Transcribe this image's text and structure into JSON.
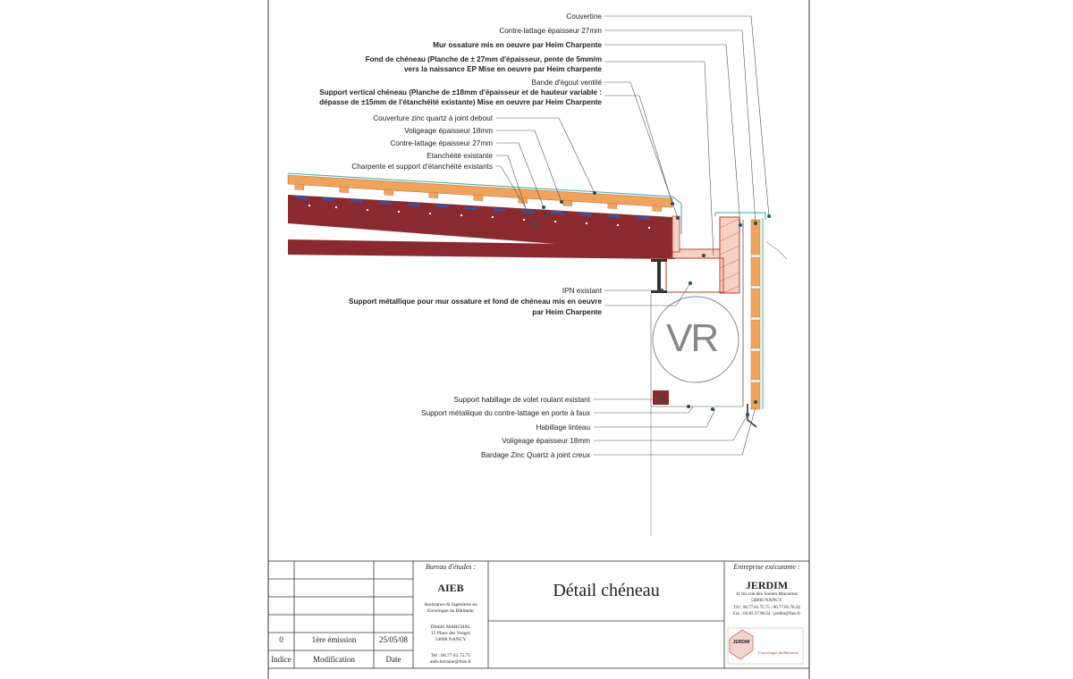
{
  "labels_top": [
    {
      "text": "Couvertine",
      "bold": false
    },
    {
      "text": "Contre-lattage épaisseur 27mm",
      "bold": false
    },
    {
      "text": "Mur ossature mis en oeuvre par Heim Charpente",
      "bold": true
    },
    {
      "text": "Fond de chéneau (Planche de ± 27mm d'épaisseur, pente de 5mm/m",
      "bold": true
    },
    {
      "text": "vers la naissance EP Mise en oeuvre par Heim charpente",
      "bold": true
    },
    {
      "text": "Bande d'égout ventilé",
      "bold": false
    },
    {
      "text": "Support vertical chéneau (Planche de ±18mm d'épaisseur et de hauteur variable :",
      "bold": true
    },
    {
      "text": "dépasse de ±15mm de l'étanchéité existante) Mise en oeuvre par Heim Charpente",
      "bold": true
    },
    {
      "text": "Couverture zinc quartz à joint debout",
      "bold": false
    },
    {
      "text": "Voligeage épaisseur 18mm",
      "bold": false
    },
    {
      "text": "Contre-lattage épaisseur 27mm",
      "bold": false
    },
    {
      "text": "Etanchéité existante",
      "bold": false
    },
    {
      "text": "Charpente et support d'étanchéité existants",
      "bold": false
    }
  ],
  "labels_mid": [
    {
      "text": "IPN existant",
      "bold": false
    },
    {
      "text": "Support métallique pour mur ossature et fond de chéneau mis en oeuvre",
      "bold": true
    },
    {
      "text": "par Heim Charpente",
      "bold": true
    }
  ],
  "labels_bottom": [
    {
      "text": "Support habillage de volet roulant existant",
      "bold": false
    },
    {
      "text": "Support métallique du contre-lattage en porte à faux",
      "bold": false
    },
    {
      "text": "Habillage linteau",
      "bold": false
    },
    {
      "text": "Voligeage épaisseur 18mm",
      "bold": false
    },
    {
      "text": "Bardage Zinc Quartz à joint creux",
      "bold": false
    }
  ],
  "vr_symbol": "VR",
  "title_block": {
    "revision": {
      "index": "0",
      "modification": "1ère émission",
      "date": "25/05/08"
    },
    "headers": {
      "index": "Indice",
      "modification": "Modification",
      "date": "Date"
    },
    "bureau": {
      "heading": "Bureau d'études :",
      "name": "AIEB",
      "line1": "Assistance & Ingénierie en",
      "line2": "Enveloppe du Bâtiment",
      "contact1": "Dimitri MARCHAL",
      "contact2": "15 Place des Vosges",
      "contact3": "54000 NANCY",
      "tel": "Tel : 06.77.81.75.75",
      "mail": "aieb.lorraine@free.fr"
    },
    "drawing_title": "Détail chéneau",
    "entreprise": {
      "heading": "Entreprise exécutante :",
      "name": "JERDIM",
      "addr1": "11 bis rue des Soeurs Macarons",
      "addr2": "54000 NANCY",
      "tel": "Tél : 06.77.81.75.75 / 06.77.81.76.24",
      "fax": "Fax : 03.83.37.96.24 / jerdim@free.fr",
      "logo_text": "JERDIM",
      "logo_tagline": "L'enveloppe du Bâtiment"
    }
  },
  "colors": {
    "rafter": "#8b2a2e",
    "batten": "#f0a35c",
    "membrane": "#3b4fa3",
    "leader": "#555555",
    "frame": "#333333"
  }
}
